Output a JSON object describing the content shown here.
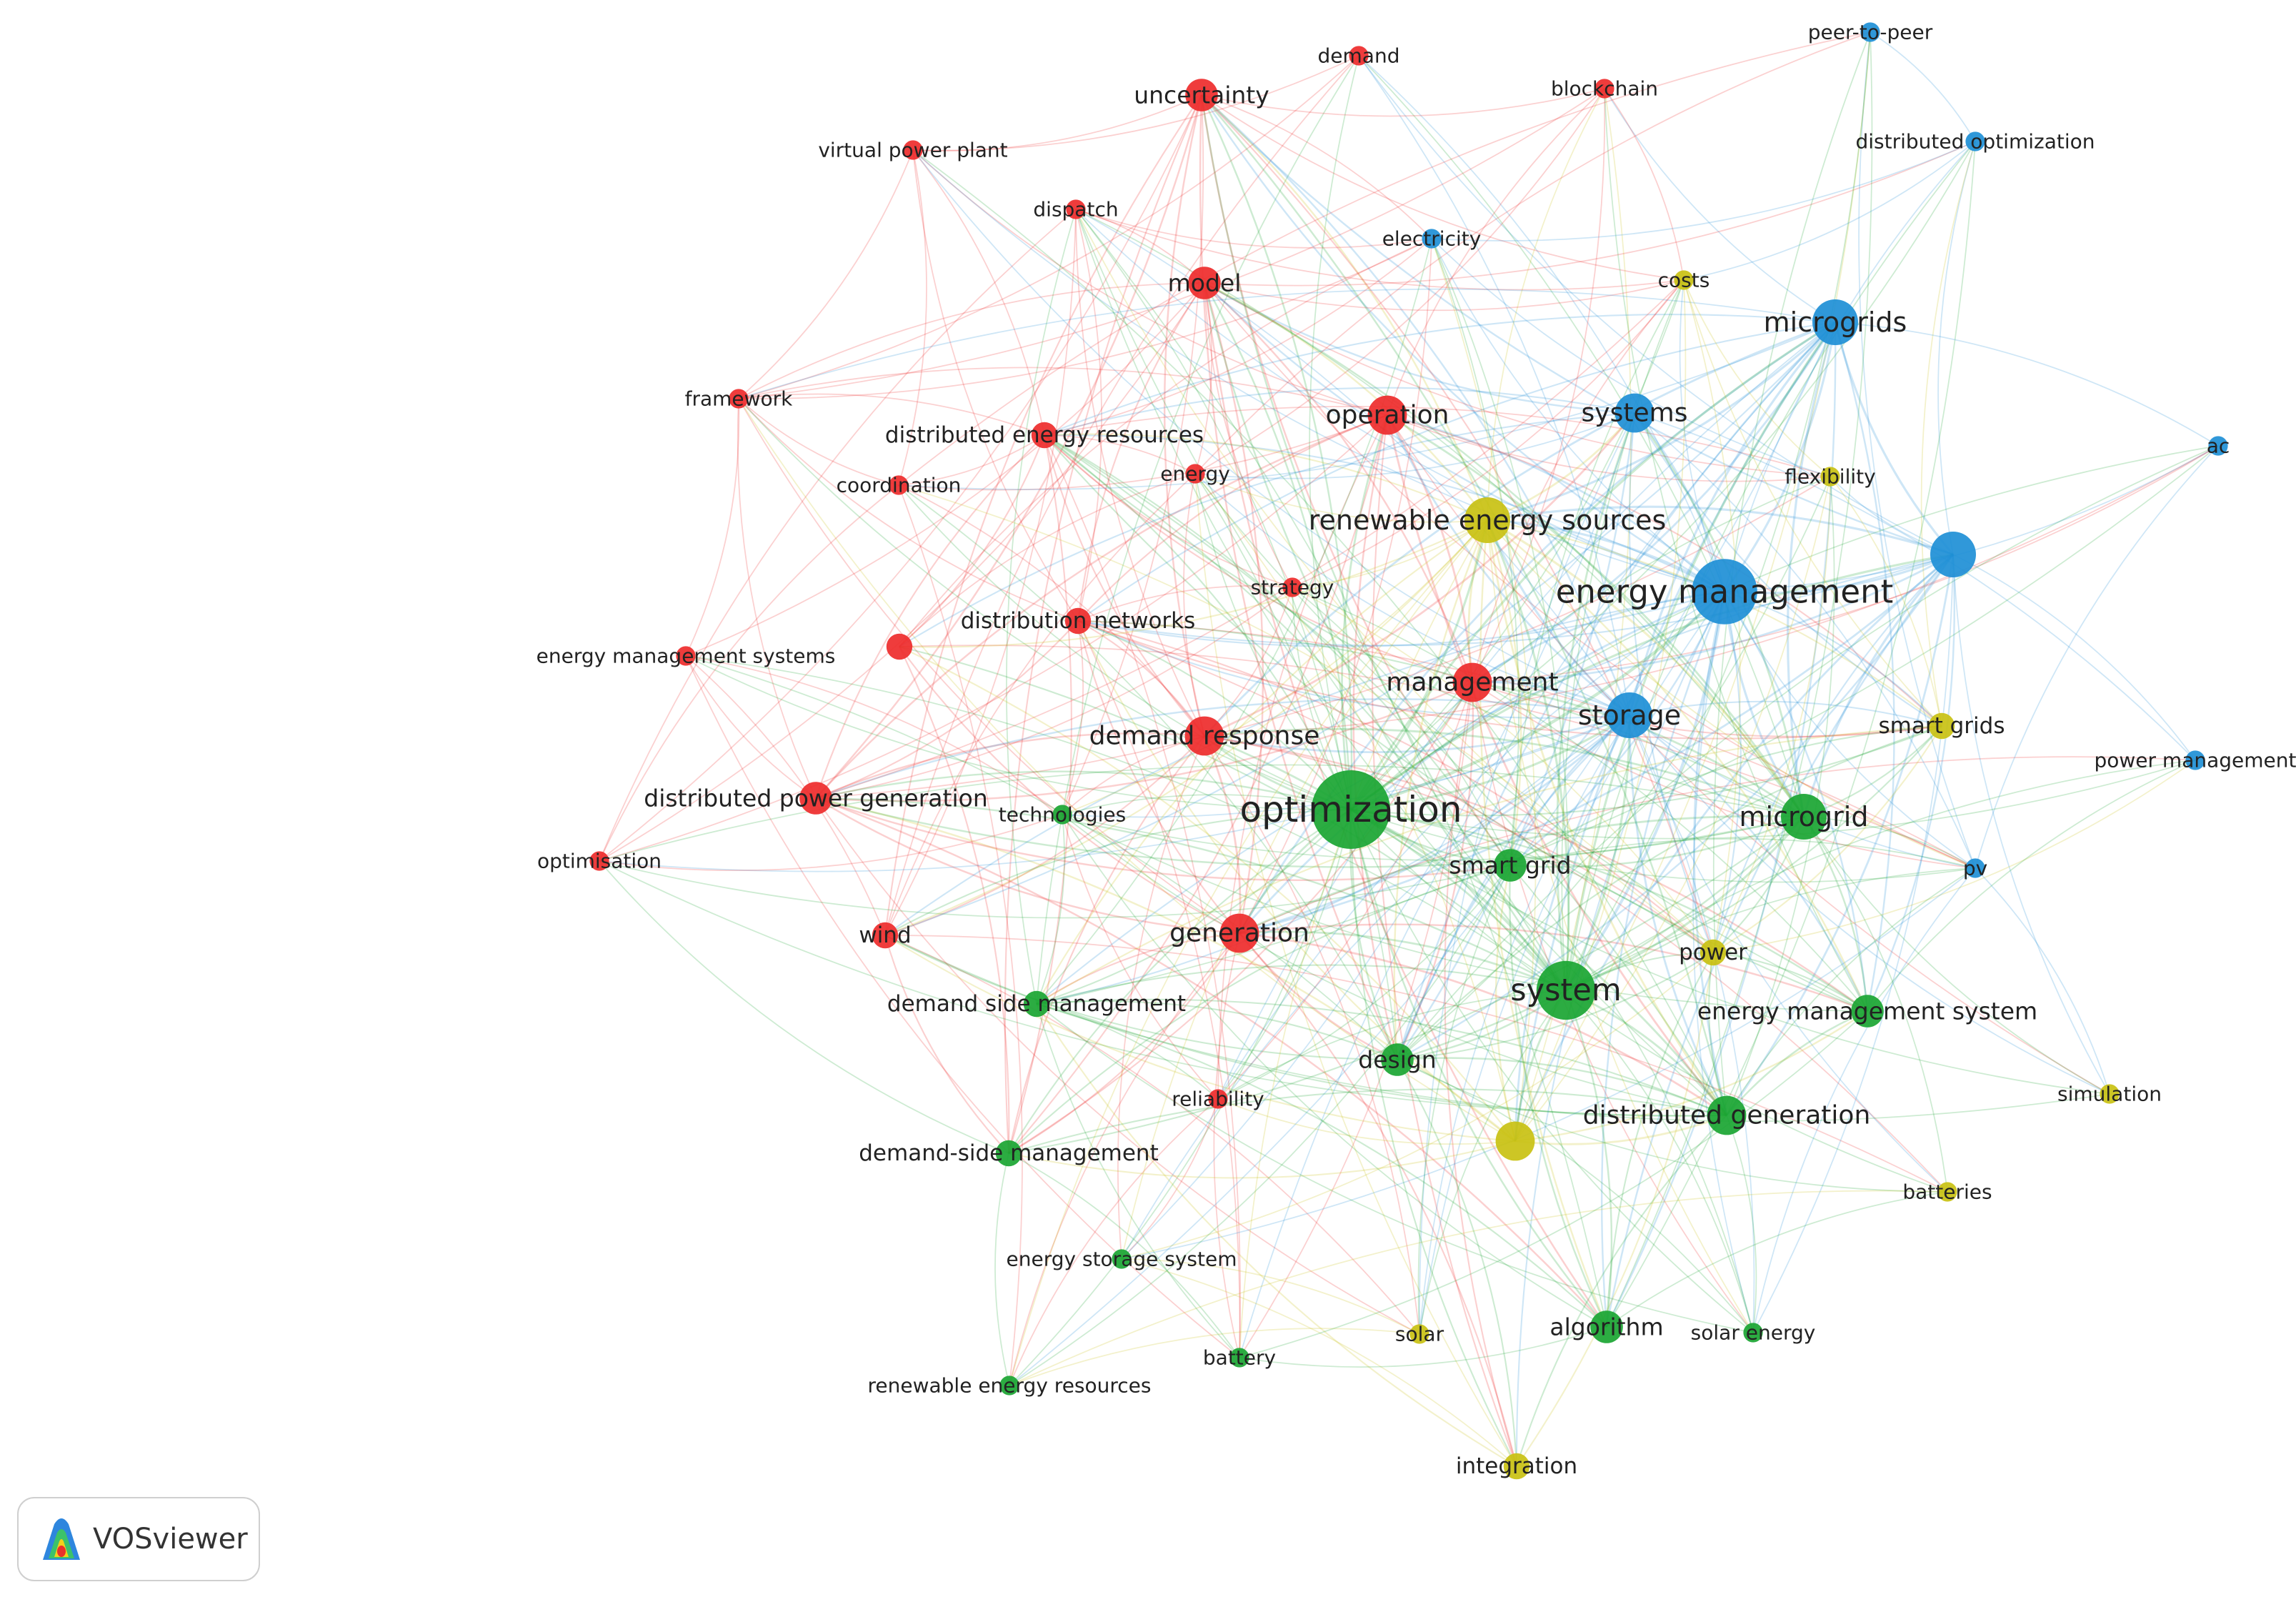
{
  "app": {
    "logo_text": "VOSviewer"
  },
  "clusters": {
    "red": "#ee2b2b",
    "green": "#1aa532",
    "blue": "#1e8fd6",
    "yellow": "#c9c112"
  },
  "nodes": [
    {
      "id": "demand",
      "label": "demand",
      "cluster": "red",
      "weight": 1
    },
    {
      "id": "uncertainty",
      "label": "uncertainty",
      "cluster": "red",
      "weight": 3
    },
    {
      "id": "blockchain",
      "label": "blockchain",
      "cluster": "red",
      "weight": 1
    },
    {
      "id": "vpp",
      "label": "virtual power plant",
      "cluster": "red",
      "weight": 1
    },
    {
      "id": "dispatch",
      "label": "dispatch",
      "cluster": "red",
      "weight": 1
    },
    {
      "id": "model",
      "label": "model",
      "cluster": "red",
      "weight": 3
    },
    {
      "id": "framework",
      "label": "framework",
      "cluster": "red",
      "weight": 1
    },
    {
      "id": "der",
      "label": "distributed energy resources",
      "cluster": "red",
      "weight": 2
    },
    {
      "id": "coordination",
      "label": "coordination",
      "cluster": "red",
      "weight": 1
    },
    {
      "id": "energy",
      "label": "energy",
      "cluster": "red",
      "weight": 1
    },
    {
      "id": "operation",
      "label": "operation",
      "cluster": "red",
      "weight": 4
    },
    {
      "id": "strategy",
      "label": "strategy",
      "cluster": "red",
      "weight": 1
    },
    {
      "id": "distnet",
      "label": "distribution networks",
      "cluster": "red",
      "weight": 2
    },
    {
      "id": "ems_s",
      "label": "energy management systems",
      "cluster": "red",
      "weight": 1
    },
    {
      "id": "redunl",
      "label": "",
      "cluster": "red",
      "weight": 2
    },
    {
      "id": "management",
      "label": "management",
      "cluster": "red",
      "weight": 4
    },
    {
      "id": "dr",
      "label": "demand response",
      "cluster": "red",
      "weight": 4
    },
    {
      "id": "dpg",
      "label": "distributed power generation",
      "cluster": "red",
      "weight": 3
    },
    {
      "id": "optimisation",
      "label": "optimisation",
      "cluster": "red",
      "weight": 1
    },
    {
      "id": "wind",
      "label": "wind",
      "cluster": "red",
      "weight": 2
    },
    {
      "id": "generation",
      "label": "generation",
      "cluster": "red",
      "weight": 4
    },
    {
      "id": "reliability",
      "label": "reliability",
      "cluster": "red",
      "weight": 1
    },
    {
      "id": "p2p",
      "label": "peer-to-peer",
      "cluster": "blue",
      "weight": 1
    },
    {
      "id": "distopt",
      "label": "distributed optimization",
      "cluster": "blue",
      "weight": 1
    },
    {
      "id": "electricity",
      "label": "electricity",
      "cluster": "blue",
      "weight": 1
    },
    {
      "id": "microgrids",
      "label": "microgrids",
      "cluster": "blue",
      "weight": 5
    },
    {
      "id": "systems",
      "label": "systems",
      "cluster": "blue",
      "weight": 4
    },
    {
      "id": "ac",
      "label": "ac",
      "cluster": "blue",
      "weight": 1
    },
    {
      "id": "blueunl",
      "label": "",
      "cluster": "blue",
      "weight": 5
    },
    {
      "id": "em",
      "label": "energy management",
      "cluster": "blue",
      "weight": 8
    },
    {
      "id": "storage",
      "label": "storage",
      "cluster": "blue",
      "weight": 5
    },
    {
      "id": "powermgmt",
      "label": "power management",
      "cluster": "blue",
      "weight": 1
    },
    {
      "id": "pv",
      "label": "pv",
      "cluster": "blue",
      "weight": 1
    },
    {
      "id": "costs",
      "label": "costs",
      "cluster": "yellow",
      "weight": 1
    },
    {
      "id": "flexibility",
      "label": "flexibility",
      "cluster": "yellow",
      "weight": 1
    },
    {
      "id": "res",
      "label": "renewable energy sources",
      "cluster": "yellow",
      "weight": 5
    },
    {
      "id": "smartgrids",
      "label": "smart grids",
      "cluster": "yellow",
      "weight": 2
    },
    {
      "id": "power",
      "label": "power",
      "cluster": "yellow",
      "weight": 2
    },
    {
      "id": "yellowunl",
      "label": "",
      "cluster": "yellow",
      "weight": 4
    },
    {
      "id": "simulation",
      "label": "simulation",
      "cluster": "yellow",
      "weight": 1
    },
    {
      "id": "batteries",
      "label": "batteries",
      "cluster": "yellow",
      "weight": 1
    },
    {
      "id": "solar",
      "label": "solar",
      "cluster": "yellow",
      "weight": 1
    },
    {
      "id": "integration",
      "label": "integration",
      "cluster": "yellow",
      "weight": 2
    },
    {
      "id": "optimization",
      "label": "optimization",
      "cluster": "green",
      "weight": 10
    },
    {
      "id": "technologies",
      "label": "technologies",
      "cluster": "green",
      "weight": 1
    },
    {
      "id": "smartgrid",
      "label": "smart grid",
      "cluster": "green",
      "weight": 3
    },
    {
      "id": "microgrid",
      "label": "microgrid",
      "cluster": "green",
      "weight": 5
    },
    {
      "id": "system",
      "label": "system",
      "cluster": "green",
      "weight": 7
    },
    {
      "id": "dsm",
      "label": "demand side management",
      "cluster": "green",
      "weight": 2
    },
    {
      "id": "emsys",
      "label": "energy management system",
      "cluster": "green",
      "weight": 3
    },
    {
      "id": "design",
      "label": "design",
      "cluster": "green",
      "weight": 3
    },
    {
      "id": "distgen",
      "label": "distributed generation",
      "cluster": "green",
      "weight": 4
    },
    {
      "id": "dsm2",
      "label": "demand-side management",
      "cluster": "green",
      "weight": 2
    },
    {
      "id": "ess",
      "label": "energy storage system",
      "cluster": "green",
      "weight": 1
    },
    {
      "id": "battery",
      "label": "battery",
      "cluster": "green",
      "weight": 1
    },
    {
      "id": "rer",
      "label": "renewable energy resources",
      "cluster": "green",
      "weight": 1
    },
    {
      "id": "algorithm",
      "label": "algorithm",
      "cluster": "green",
      "weight": 3
    },
    {
      "id": "solarenergy",
      "label": "solar energy",
      "cluster": "green",
      "weight": 1
    }
  ]
}
